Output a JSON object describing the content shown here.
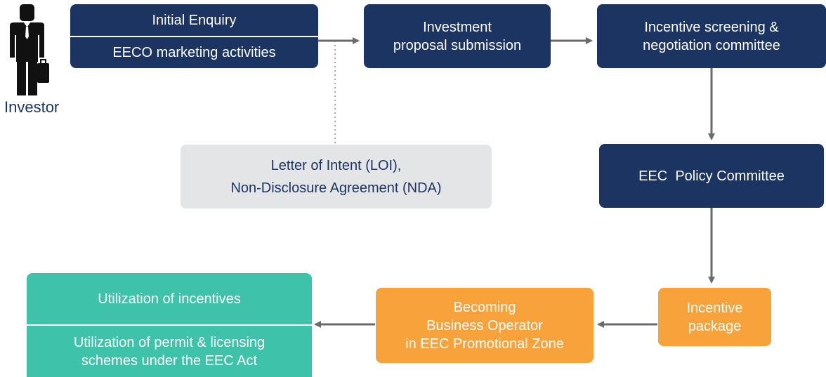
{
  "investor": {
    "label": "Investor",
    "icon": "businessman-icon"
  },
  "boxes": {
    "initial_enquiry": {
      "top": "Initial Enquiry",
      "bottom": "EECO marketing activities"
    },
    "investment_proposal": {
      "lines": [
        "Investment",
        "proposal submission"
      ]
    },
    "incentive_screening": {
      "lines": [
        "Incentive screening &",
        "negotiation committee"
      ]
    },
    "loi_nda": {
      "lines": [
        "Letter of Intent (LOI),",
        "Non-Disclosure Agreement (NDA)"
      ]
    },
    "policy_committee": {
      "lines": [
        "EEC  Policy Committee"
      ]
    },
    "incentive_package": {
      "lines": [
        "Incentive",
        "package"
      ]
    },
    "business_operator": {
      "lines": [
        "Becoming",
        "Business Operator",
        "in EEC Promotional Zone"
      ]
    },
    "utilization": {
      "top": "Utilization of incentives",
      "bottom_lines": [
        "Utilization of permit & licensing",
        "schemes under the EEC Act"
      ]
    }
  },
  "colors": {
    "navy": "#1b3461",
    "gray": "#e4e5e7",
    "orange": "#f7a23a",
    "teal": "#3ec2a9",
    "arrow": "#6b6b6b"
  }
}
